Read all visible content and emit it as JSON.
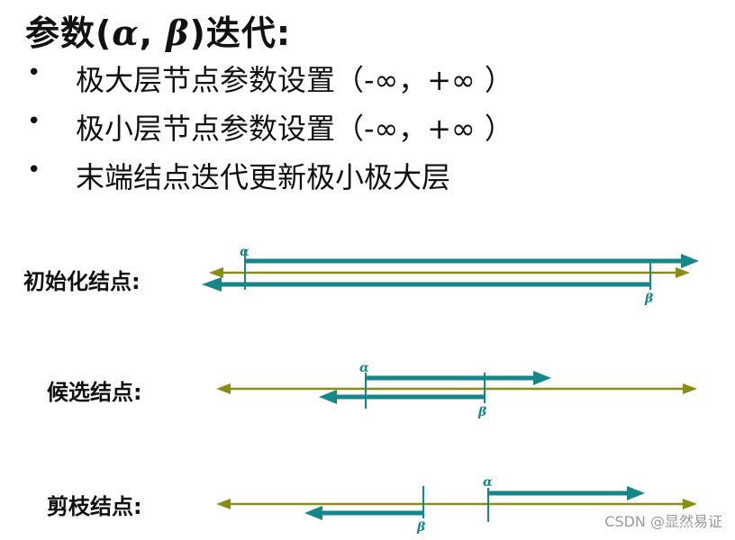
{
  "title": {
    "prefix": "参数(",
    "alpha": "α",
    "comma": ", ",
    "beta": "β",
    "suffix": ")迭代:"
  },
  "bullets": [
    "极大层节点参数设置（-∞，+∞ ）",
    "极小层节点参数设置（-∞，+∞ ）",
    "末端结点迭代更新极小极大层"
  ],
  "rows": [
    {
      "label": "初始化结点:"
    },
    {
      "label": "候选结点:"
    },
    {
      "label": "剪枝结点:"
    }
  ],
  "greek": {
    "alpha": "α",
    "beta": "β"
  },
  "colors": {
    "olive": "#8c8c14",
    "teal": "#15868a"
  },
  "watermark": "CSDN @显然易证"
}
